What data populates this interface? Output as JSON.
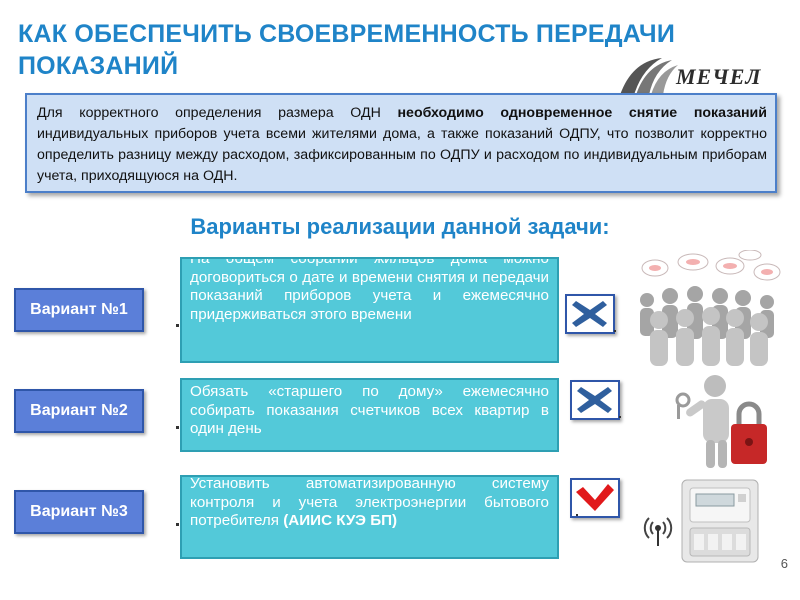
{
  "title": "КАК ОБЕСПЕЧИТЬ СВОЕВРЕМЕННОСТЬ  ПЕРЕДАЧИ ПОКАЗАНИЙ",
  "logo": {
    "text": "МЕЧЕЛ"
  },
  "intro": {
    "part1": "Для корректного определения размера ОДН ",
    "bold": "необходимо одновременное снятие показаний",
    "part2": " индивидуальных приборов учета всеми жителями дома, а также показаний ОДПУ, что позволит корректно определить разницу между расходом, зафиксированным по ОДПУ и расходом по индивидуальным приборам учета, приходящуюся на ОДН."
  },
  "subtitle": "Варианты реализации данной задачи:",
  "variants": [
    {
      "label": "Вариант №1",
      "text": "На общем собрании жильцов дома можно договориться о дате и времени снятия и передачи показаний приборов учета и ежемесячно придерживаться этого времени",
      "mark": "cross-icon"
    },
    {
      "label": "Вариант №2",
      "text": "Обязать «старшего по дому» ежемесячно собирать показания счетчиков всех квартир  в один день",
      "mark": "cross-icon"
    },
    {
      "label": "Вариант №3",
      "text": "Установить автоматизированную систему контроля и учета электроэнергии бытового потребителя ",
      "bold": "(АИИС КУЭ БП)",
      "mark": "check-icon"
    }
  ],
  "page_number": "6",
  "colors": {
    "title": "#1f84c8",
    "intro_bg": "#cfe0f5",
    "variant_button": "#5b7fd9",
    "variant_box": "#53c9d9",
    "cross": "#2f5f9e",
    "check": "#e1191b"
  }
}
